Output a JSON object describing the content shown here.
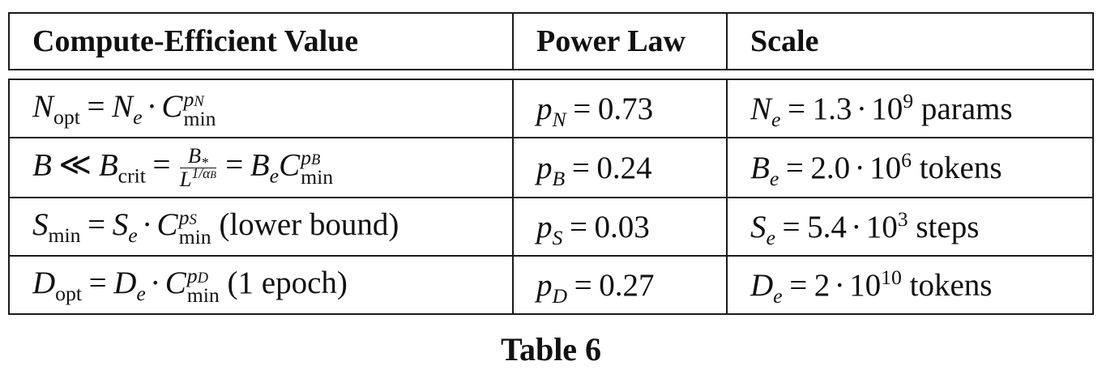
{
  "headers": {
    "col1": "Compute-Efficient Value",
    "col2": "Power Law",
    "col3": "Scale"
  },
  "rows": [
    {
      "value_note": "",
      "power_value": "0.73",
      "scale_value": "1.3",
      "scale_exp": "9",
      "scale_unit": "params"
    },
    {
      "value_note": "",
      "power_value": "0.24",
      "scale_value": "2.0",
      "scale_exp": "6",
      "scale_unit": "tokens"
    },
    {
      "value_note": "(lower bound)",
      "power_value": "0.03",
      "scale_value": "5.4",
      "scale_exp": "3",
      "scale_unit": "steps"
    },
    {
      "value_note": "(1 epoch)",
      "power_value": "0.27",
      "scale_value": "2",
      "scale_exp": "10",
      "scale_unit": "tokens"
    }
  ],
  "caption": "Table 6"
}
